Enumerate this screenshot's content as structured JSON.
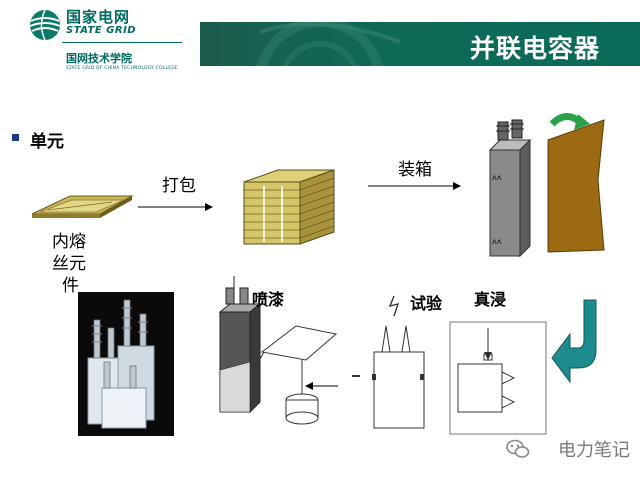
{
  "header": {
    "logo_cn": "国家电网",
    "logo_en": "STATE GRID",
    "institute_cn": "国网技术学院",
    "institute_en": "STATE GRID OF CHINA TECHNOLOGY COLLEGE",
    "title": "并联电容器"
  },
  "content": {
    "bullet": "单元",
    "step_pack": "打包",
    "step_box": "装箱",
    "element_label": [
      "内熔",
      "丝元",
      "件"
    ],
    "step_paint": "喷漆",
    "step_test": "试验",
    "step_vacuum": "真浸"
  },
  "footer": {
    "watermark": "电力笔记"
  },
  "colors": {
    "brand_green": "#006b5f",
    "banner": "#0e6a57",
    "teal_arrow": "#1e8c8c",
    "kraft_brown": "#9b6a12",
    "element_yellow": "#d8c870"
  }
}
